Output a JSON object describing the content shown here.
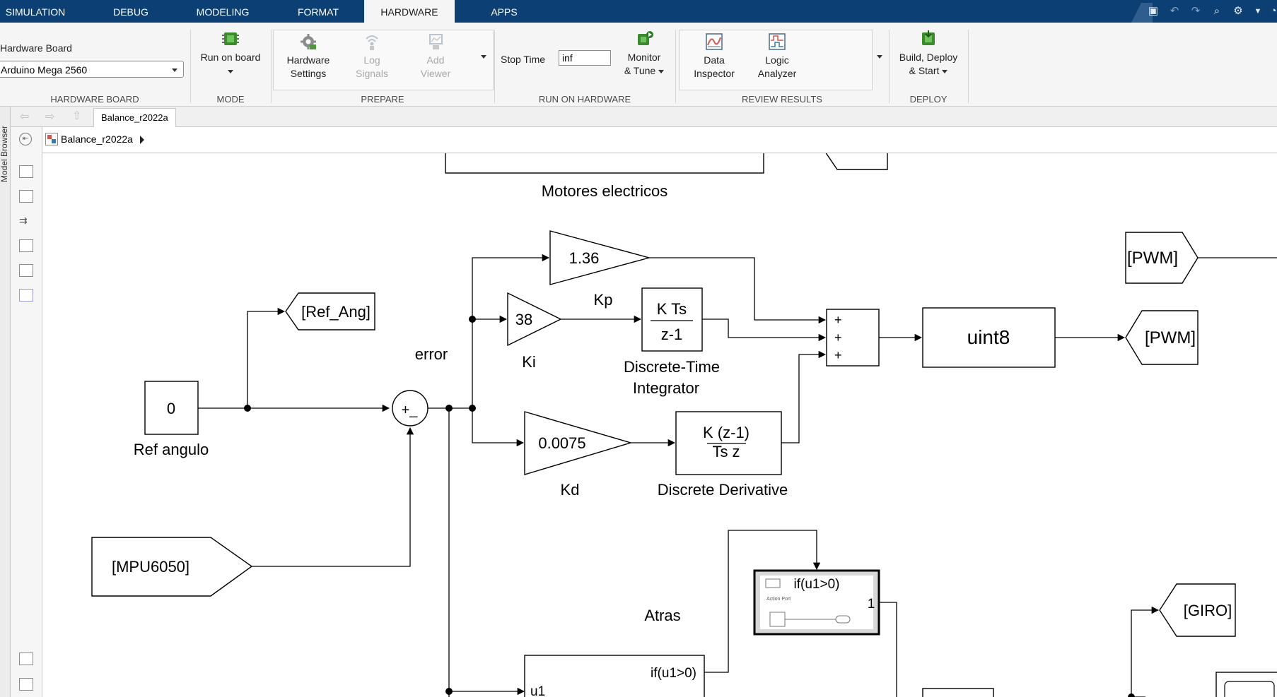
{
  "tabs": [
    "SIMULATION",
    "DEBUG",
    "MODELING",
    "FORMAT",
    "HARDWARE",
    "APPS"
  ],
  "active_tab": "HARDWARE",
  "ribbon": {
    "hardware_board": {
      "label": "Hardware Board",
      "value": "Arduino Mega 2560",
      "section": "HARDWARE BOARD"
    },
    "mode": {
      "run_on_board": "Run on board",
      "section": "MODE"
    },
    "prepare": {
      "hardware_settings_1": "Hardware",
      "hardware_settings_2": "Settings",
      "log_signals_1": "Log",
      "log_signals_2": "Signals",
      "add_viewer_1": "Add",
      "add_viewer_2": "Viewer",
      "section": "PREPARE"
    },
    "run_on_hardware": {
      "stop_time_label": "Stop Time",
      "stop_time_value": "inf",
      "monitor_1": "Monitor",
      "monitor_2": "& Tune",
      "section": "RUN ON HARDWARE"
    },
    "review_results": {
      "data_inspector_1": "Data",
      "data_inspector_2": "Inspector",
      "logic_analyzer_1": "Logic",
      "logic_analyzer_2": "Analyzer",
      "section": "REVIEW RESULTS"
    },
    "deploy": {
      "build_1": "Build, Deploy",
      "build_2": "& Start",
      "section": "DEPLOY"
    }
  },
  "nav": {
    "model_tab": "Balance_r2022a",
    "breadcrumb": "Balance_r2022a",
    "model_browser": "Model Browser"
  },
  "diagram": {
    "motores_label": "Motores electricos",
    "const_value": "0",
    "const_label": "Ref angulo",
    "goto_ref": "[Ref_Ang]",
    "error_label": "error",
    "sum_signs": "+_",
    "from_mpu": "[MPU6050]",
    "gain_top": "1.36",
    "gain_ki": "38",
    "ki_label": "Ki",
    "kp_label": "Kp",
    "integrator_num": "K Ts",
    "integrator_den": "z-1",
    "integrator_label_1": "Discrete-Time",
    "integrator_label_2": "Integrator",
    "gain_kd": "0.0075",
    "kd_label": "Kd",
    "deriv_num": "K (z-1)",
    "deriv_den": "Ts z",
    "deriv_label": "Discrete Derivative",
    "sum3_signs": [
      "+",
      "+",
      "+"
    ],
    "convert": "uint8",
    "goto_pwm": "[PWM]",
    "from_pwm": "[PWM]",
    "if_action_title": "if(u1>0)",
    "if_action_port": "Action Port",
    "if_action_out": "1",
    "atras_label": "Atras",
    "if_block_out": "if(u1>0)",
    "if_block_in": "u1",
    "goto_giro": "[GIRO]"
  }
}
